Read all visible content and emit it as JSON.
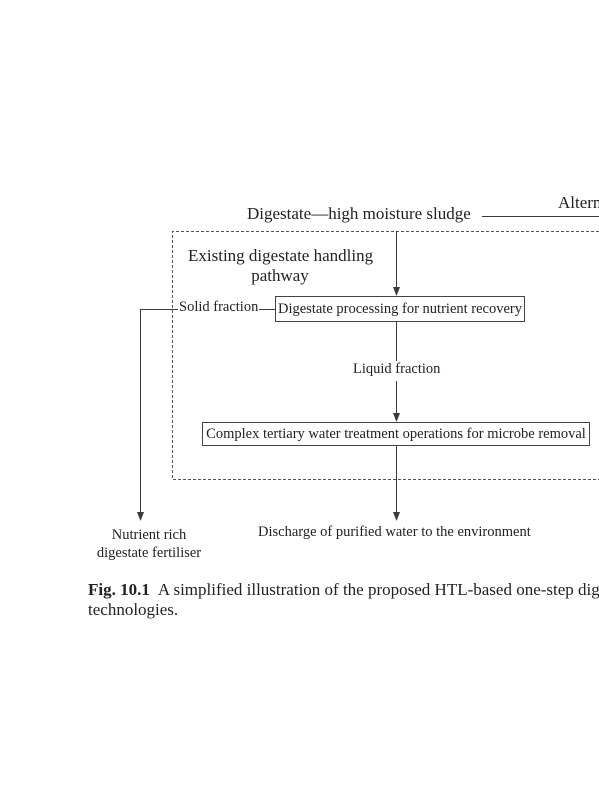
{
  "figure": {
    "source_label": "Digestate—high moisture sludge",
    "alt_label": "Altern",
    "pathway_label": [
      "Existing digestate handling",
      "pathway"
    ],
    "box_nutrient": "Digestate processing for nutrient recovery",
    "solid_fraction": "Solid fraction",
    "liquid_fraction": "Liquid fraction",
    "box_treatment": "Complex tertiary water treatment operations for microbe removal",
    "fertiliser_label": [
      "Nutrient rich",
      "digestate fertiliser"
    ],
    "discharge_label": "Discharge of purified water to the environment"
  },
  "caption": {
    "number": "Fig. 10.1",
    "text_line1": "A simplified illustration of the proposed HTL-based one-step dig",
    "text_line2": "technologies."
  },
  "colors": {
    "text": "#222222",
    "lines": "#3a3a3a",
    "background": "#ffffff"
  }
}
